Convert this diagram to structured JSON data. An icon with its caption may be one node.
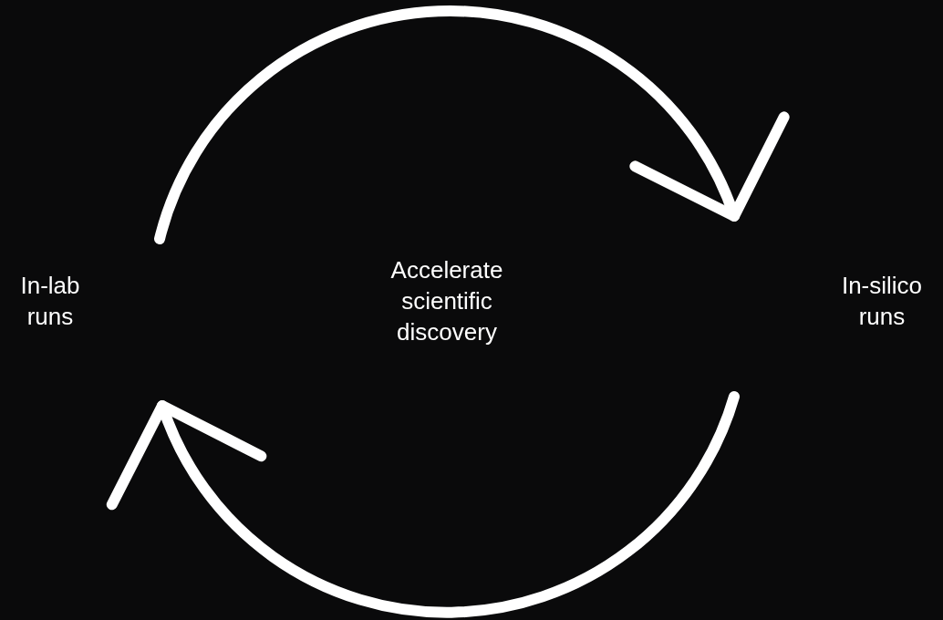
{
  "diagram": {
    "labels": [
      "In-lab runs",
      "Accelerate scientific discovery",
      "In-silico runs"
    ]
  }
}
